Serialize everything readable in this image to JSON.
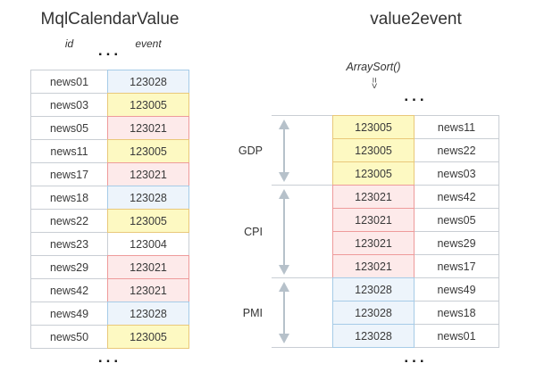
{
  "left_table": {
    "title": "MqlCalendarValue",
    "col_headers": {
      "id": "id",
      "event": "event"
    },
    "ellipsis_top": "...",
    "ellipsis_bottom": "...",
    "rows": [
      {
        "id": "news01",
        "event": "123028",
        "highlight": "blue"
      },
      {
        "id": "news03",
        "event": "123005",
        "highlight": "yellow"
      },
      {
        "id": "news05",
        "event": "123021",
        "highlight": "pink"
      },
      {
        "id": "news11",
        "event": "123005",
        "highlight": "yellow"
      },
      {
        "id": "news17",
        "event": "123021",
        "highlight": "pink"
      },
      {
        "id": "news18",
        "event": "123028",
        "highlight": "blue"
      },
      {
        "id": "news22",
        "event": "123005",
        "highlight": "yellow"
      },
      {
        "id": "news23",
        "event": "123004",
        "highlight": "none"
      },
      {
        "id": "news29",
        "event": "123021",
        "highlight": "pink"
      },
      {
        "id": "news42",
        "event": "123021",
        "highlight": "pink"
      },
      {
        "id": "news49",
        "event": "123028",
        "highlight": "blue"
      },
      {
        "id": "news50",
        "event": "123005",
        "highlight": "yellow"
      }
    ]
  },
  "right_table": {
    "title": "value2event",
    "annotation": "ArraySort()",
    "arrow_glyph": "=>",
    "ellipsis_top": "...",
    "ellipsis_bottom": "...",
    "groups": [
      {
        "label": "GDP",
        "highlight": "yellow",
        "rows": [
          {
            "event": "123005",
            "id": "news11"
          },
          {
            "event": "123005",
            "id": "news22"
          },
          {
            "event": "123005",
            "id": "news03"
          }
        ]
      },
      {
        "label": "CPI",
        "highlight": "pink",
        "rows": [
          {
            "event": "123021",
            "id": "news42"
          },
          {
            "event": "123021",
            "id": "news05"
          },
          {
            "event": "123021",
            "id": "news29"
          },
          {
            "event": "123021",
            "id": "news17"
          }
        ]
      },
      {
        "label": "PMI",
        "highlight": "blue",
        "rows": [
          {
            "event": "123028",
            "id": "news49"
          },
          {
            "event": "123028",
            "id": "news18"
          },
          {
            "event": "123028",
            "id": "news01"
          }
        ]
      }
    ]
  },
  "colors": {
    "yellow_bg": "#fdf9c2",
    "yellow_border": "#e9c87a",
    "pink_bg": "#fdeaea",
    "pink_border": "#ee9b9b",
    "blue_bg": "#edf4fb",
    "blue_border": "#a6cbe7",
    "grid_border": "#c9ced4",
    "arrow": "#b6c1ca",
    "text": "#3a3a3a"
  }
}
